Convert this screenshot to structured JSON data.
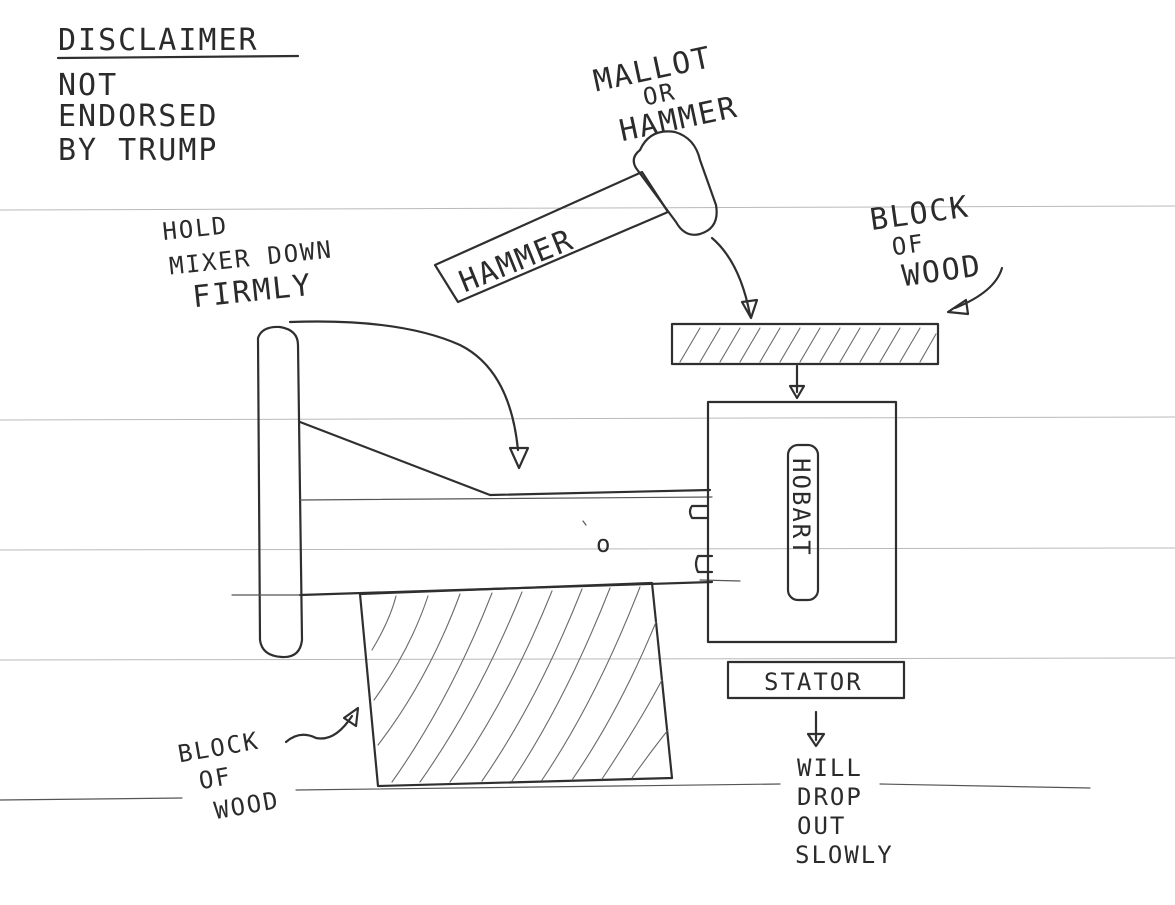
{
  "disclaimer": {
    "heading": "DISCLAIMER",
    "line1": "NOT",
    "line2": "ENDORSED",
    "line3": "BY TRUMP"
  },
  "hammer_note": {
    "line1": "MALLOT",
    "line2": "OR",
    "line3": "HAMMER"
  },
  "hammer_handle_label": "HAMMER",
  "hold_note": {
    "line1": "HOLD",
    "line2": "MIXER DOWN",
    "line3": "FIRMLY"
  },
  "block_top_note": {
    "line1": "BLOCK",
    "line2": "OF",
    "line3": "WOOD"
  },
  "motor_label": "HOBART",
  "stator_label": "STATOR",
  "block_bottom_note": {
    "line1": "BLOCK",
    "line2": "OF",
    "line3": "WOOD"
  },
  "drop_note": {
    "line1": "WILL",
    "line2": "DROP",
    "line3": "OUT",
    "line4": "SLOWLY"
  },
  "colors": {
    "ink": "#2f2f2f",
    "paper": "#ffffff"
  }
}
